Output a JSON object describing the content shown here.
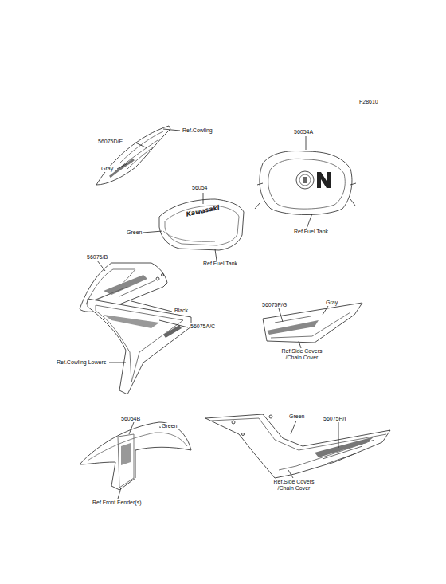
{
  "diagram": {
    "labels": [
      "F28610",
      "56075D/E",
      "Ref.Cowling",
      "Gray",
      "56054A",
      "56054",
      "Kawasaki",
      "Green",
      "Ref.Fuel Tank",
      "Ref.Fuel Tank",
      "56075/B",
      "Black",
      "56075A/C",
      "Ref.Cowling Lowers",
      "56075F/G",
      "Gray",
      "Ref.Side Covers /Chain Cover",
      "56054B",
      "Green",
      "Green",
      "56075H/I",
      "Ref.Front Fender(s)",
      "Ref.Side Covers /Chain Cover"
    ]
  }
}
